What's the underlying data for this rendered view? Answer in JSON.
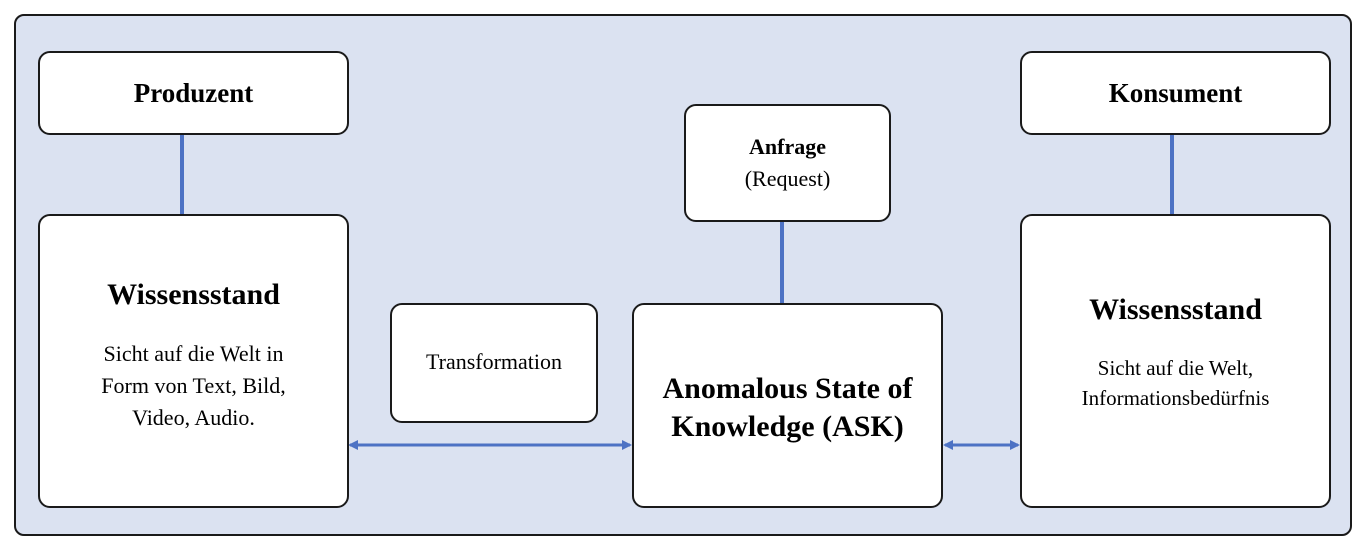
{
  "colors": {
    "background": "#dbe2f1",
    "connector": "#4d72c4",
    "border": "#1a1a1a",
    "box_fill": "#ffffff"
  },
  "producer": {
    "label": "Produzent"
  },
  "consumer": {
    "label": "Konsument"
  },
  "request": {
    "title": "Anfrage",
    "subtitle": "(Request)"
  },
  "left_state": {
    "title": "Wissensstand",
    "lines": [
      "Sicht auf die Welt in",
      "Form von Text, Bild,",
      "Video, Audio."
    ]
  },
  "transformation": {
    "label": "Transformation"
  },
  "ask": {
    "line1": "Anomalous State of",
    "line2": "Knowledge (ASK)"
  },
  "right_state": {
    "title": "Wissensstand",
    "lines": [
      "Sicht auf die Welt,",
      "Informationsbedürfnis"
    ]
  }
}
